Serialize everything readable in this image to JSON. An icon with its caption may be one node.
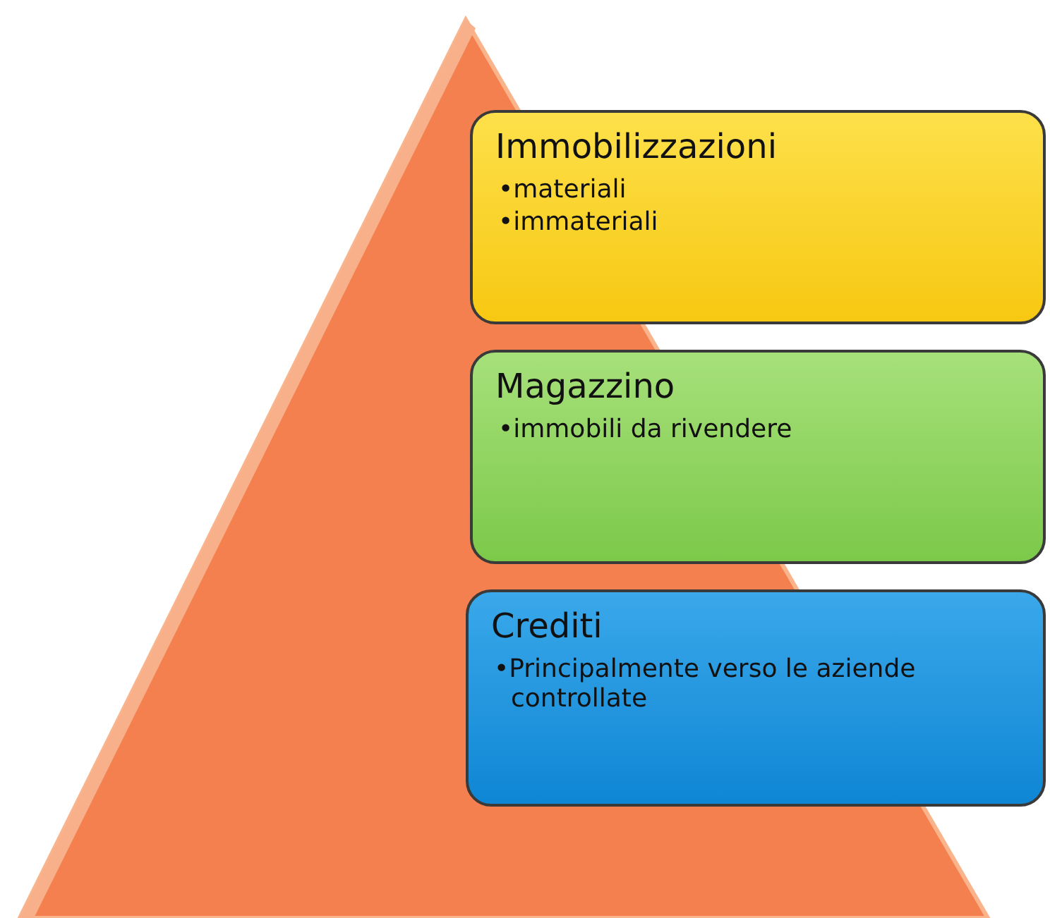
{
  "diagram": {
    "nodes": [
      {
        "text": [
          "Immobilizzazioni",
          "•materiali",
          "•immateriali"
        ]
      },
      {
        "text": [
          "Magazzino",
          "•immobili da rivendere"
        ]
      },
      {
        "text": [
          "Crediti",
          "•Principalmente verso le aziende controllate"
        ]
      }
    ]
  }
}
